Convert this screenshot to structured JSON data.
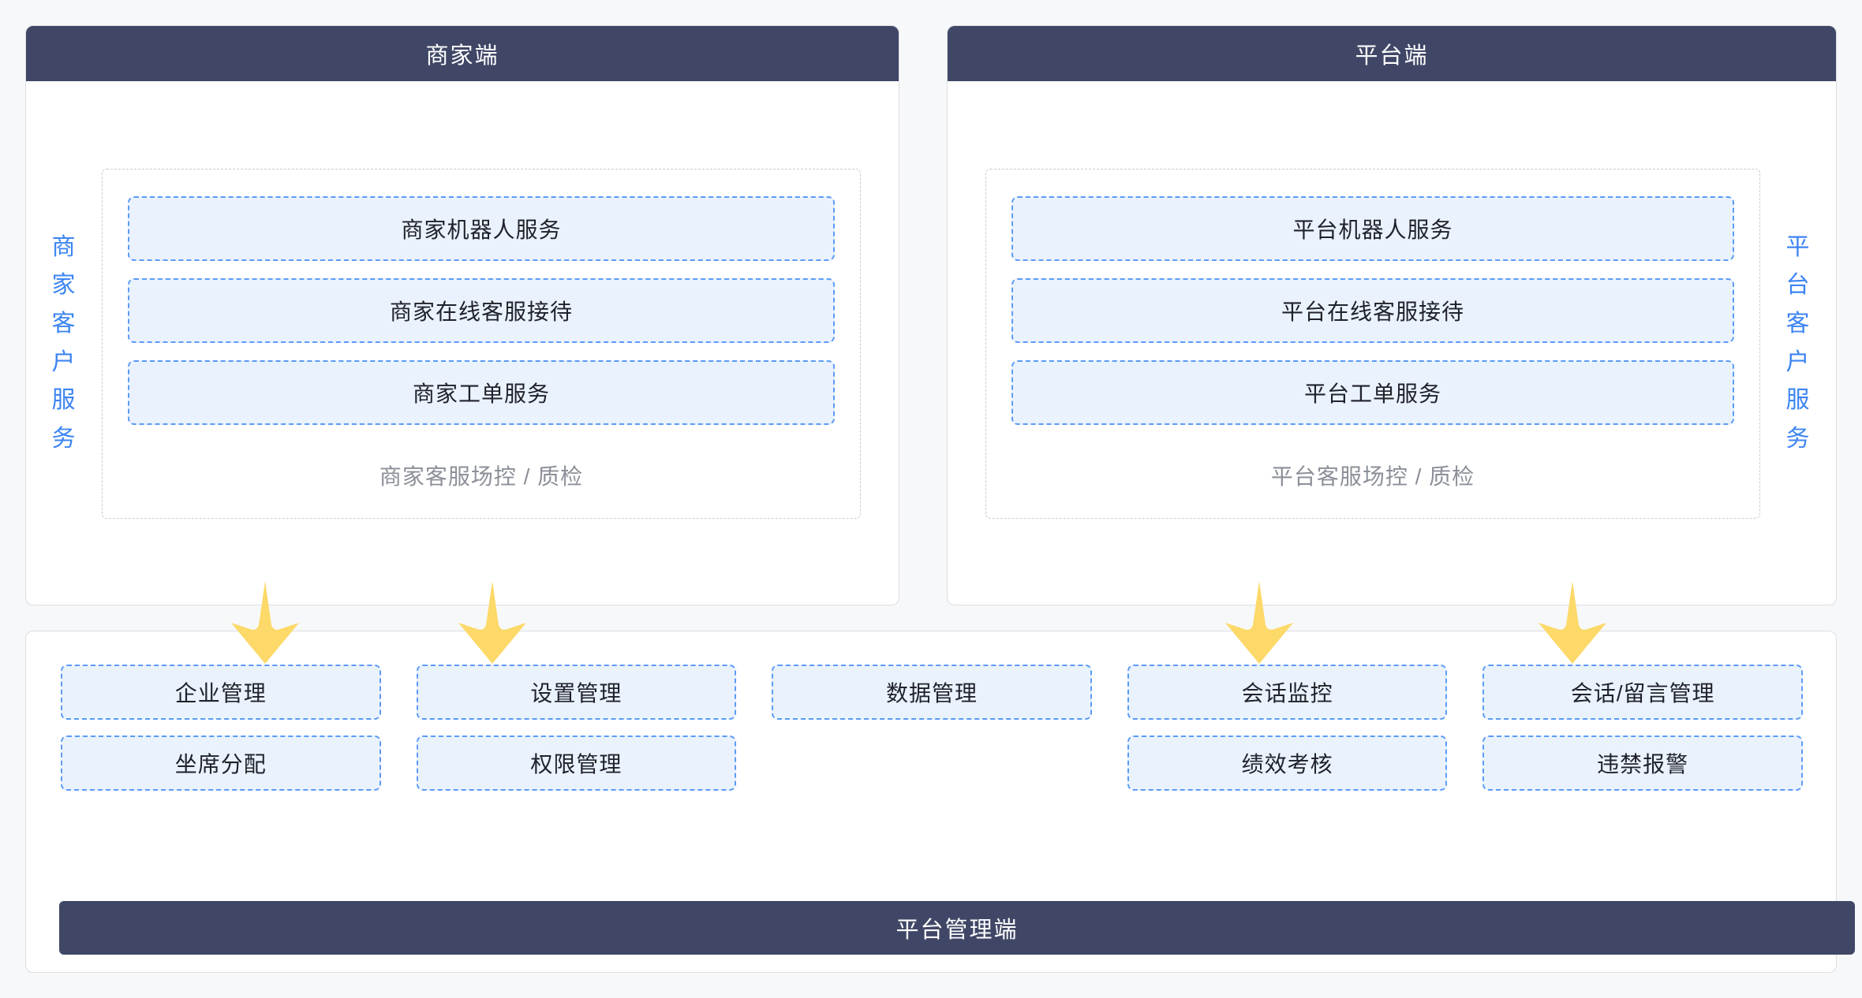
{
  "diagram": {
    "background_color": "#f7f8f9",
    "header_color": "#404766",
    "accent_blue": "#3d85f2",
    "box_border_color": "#5b9bf8",
    "box_fill_color": "#eaf2fd",
    "arrow_color": "#fcd968",
    "muted_text_color": "#8b8f98"
  },
  "merchant_panel": {
    "header": "商家端",
    "side_label": "商家客户服务",
    "side_label_chars": [
      "商",
      "家",
      "客",
      "户",
      "服",
      "务"
    ],
    "services": [
      {
        "label": "商家机器人服务"
      },
      {
        "label": "商家在线客服接待"
      },
      {
        "label": "商家工单服务"
      }
    ],
    "caption": "商家客服场控 / 质检"
  },
  "platform_panel": {
    "header": "平台端",
    "side_label": "平台客户服务",
    "side_label_chars": [
      "平",
      "台",
      "客",
      "户",
      "服",
      "务"
    ],
    "services": [
      {
        "label": "平台机器人服务"
      },
      {
        "label": "平台在线客服接待"
      },
      {
        "label": "平台工单服务"
      }
    ],
    "caption": "平台客服场控 / 质检"
  },
  "bottom_panel": {
    "columns": [
      {
        "items": [
          "企业管理",
          "坐席分配"
        ]
      },
      {
        "items": [
          "设置管理",
          "权限管理"
        ]
      },
      {
        "items": [
          "数据管理"
        ]
      },
      {
        "items": [
          "会话监控",
          "绩效考核"
        ]
      },
      {
        "items": [
          "会话/留言管理",
          "违禁报警"
        ]
      }
    ]
  },
  "footer": {
    "label": "平台管理端"
  },
  "arrows": [
    {
      "name": "arrow-to-enterprise-management"
    },
    {
      "name": "arrow-to-settings-management"
    },
    {
      "name": "arrow-to-session-monitor"
    },
    {
      "name": "arrow-to-session-message-management"
    }
  ]
}
